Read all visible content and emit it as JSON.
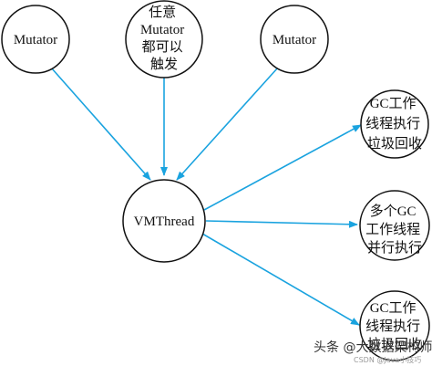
{
  "nodes": {
    "mutator_left": {
      "lines": [
        "Mutator"
      ]
    },
    "mutator_any": {
      "lines": [
        "任意",
        "Mutator",
        "都可以",
        "触发"
      ]
    },
    "mutator_right": {
      "lines": [
        "Mutator"
      ]
    },
    "vmthread": {
      "lines": [
        "VMThread"
      ]
    },
    "gc_worker_top": {
      "lines": [
        "GC工作",
        "线程执行",
        "垃圾回收"
      ]
    },
    "gc_workers_parallel": {
      "lines": [
        "多个GC",
        "工作线程",
        "并行执行"
      ]
    },
    "gc_worker_bottom": {
      "lines": [
        "GC工作",
        "线程执行",
        "垃圾回收"
      ]
    }
  },
  "watermark": {
    "main": "头条 @大数据架构师",
    "sub": "CSDN @Java小技巧"
  },
  "colors": {
    "arrow": "#1aa3df",
    "circle_stroke": "#111111",
    "text": "#111111"
  }
}
